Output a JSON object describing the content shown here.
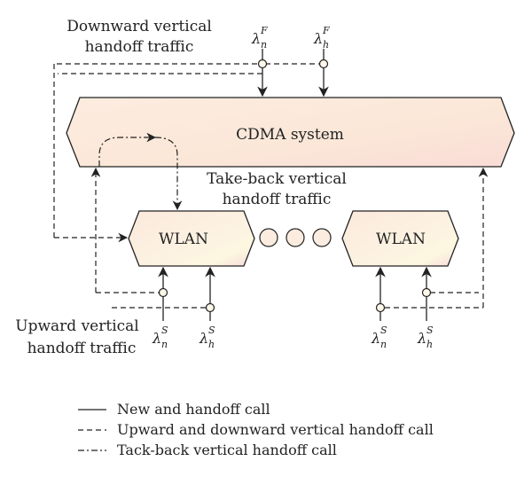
{
  "labels": {
    "downward": [
      "Downward vertical",
      "handoff traffic"
    ],
    "takeback": [
      "Take-back vertical",
      "handoff traffic"
    ],
    "upward": [
      "Upward vertical",
      "handoff traffic"
    ]
  },
  "boxes": {
    "cdma": "CDMA system",
    "wlan_left": "WLAN",
    "wlan_right": "WLAN"
  },
  "symbols": {
    "lambda": "λ",
    "sub_n": "n",
    "sub_h": "h",
    "sup_F": "F",
    "sup_S": "S"
  },
  "legend": [
    {
      "style": "solid",
      "label": "New and handoff call"
    },
    {
      "style": "dashed",
      "label": "Upward and downward vertical handoff call"
    },
    {
      "style": "dashdot",
      "label": "Tack-back vertical handoff call"
    }
  ],
  "colors": {
    "box_fill": "#fbe6d6",
    "box_highlight": "#fdf6dc",
    "stroke": "#222222"
  }
}
